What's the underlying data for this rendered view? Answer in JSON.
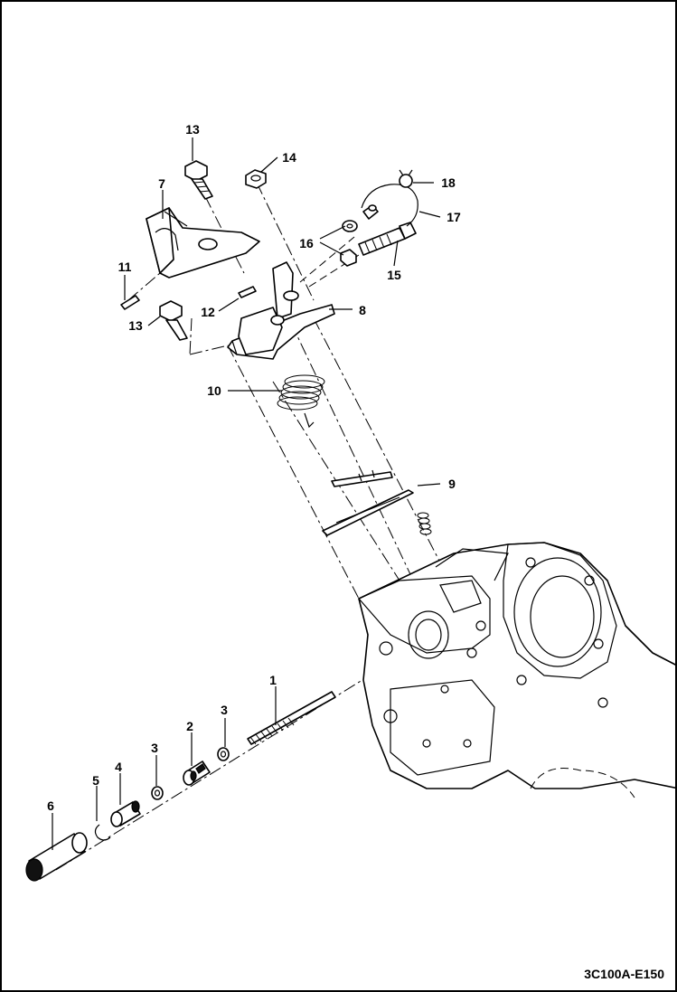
{
  "figure_code": "3C100A-E150",
  "callouts": {
    "c1": "1",
    "c2": "2",
    "c3a": "3",
    "c3b": "3",
    "c4": "4",
    "c5": "5",
    "c6": "6",
    "c7": "7",
    "c8": "8",
    "c9": "9",
    "c10": "10",
    "c11": "11",
    "c12": "12",
    "c13a": "13",
    "c13b": "13",
    "c14": "14",
    "c15": "15",
    "c16": "16",
    "c17": "17",
    "c18": "18"
  }
}
